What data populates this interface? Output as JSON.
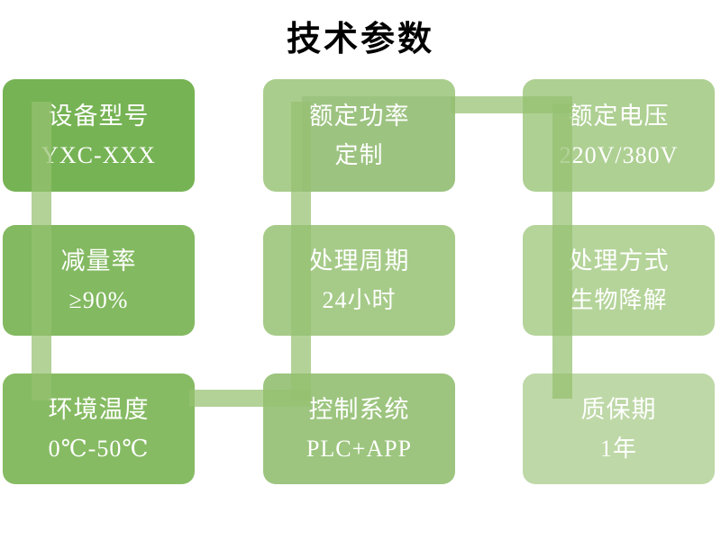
{
  "title": "技术参数",
  "palette": {
    "connector": "rgba(150,193,112,0.72)",
    "title_color": "#000000",
    "card_text": "#ffffff",
    "background": "#ffffff"
  },
  "cards": [
    {
      "label": "设备型号",
      "value": "YXC-XXX",
      "color": "#76b354"
    },
    {
      "label": "额定功率",
      "value": "定制",
      "color": "#a9cd8c"
    },
    {
      "label": "额定电压",
      "value": "220V/380V",
      "color": "#aed093"
    },
    {
      "label": "减量率",
      "value": "≥90%",
      "color": "#83b961"
    },
    {
      "label": "处理周期",
      "value": "24小时",
      "color": "#a6cb89"
    },
    {
      "label": "处理方式",
      "value": "生物降解",
      "color": "#b5d49a"
    },
    {
      "label": "环境温度",
      "value": "0℃-50℃",
      "color": "#86bb63"
    },
    {
      "label": "控制系统",
      "value": "PLC+APP",
      "color": "#9dc57f"
    },
    {
      "label": "质保期",
      "value": "1年",
      "color": "#bed8a7"
    }
  ]
}
